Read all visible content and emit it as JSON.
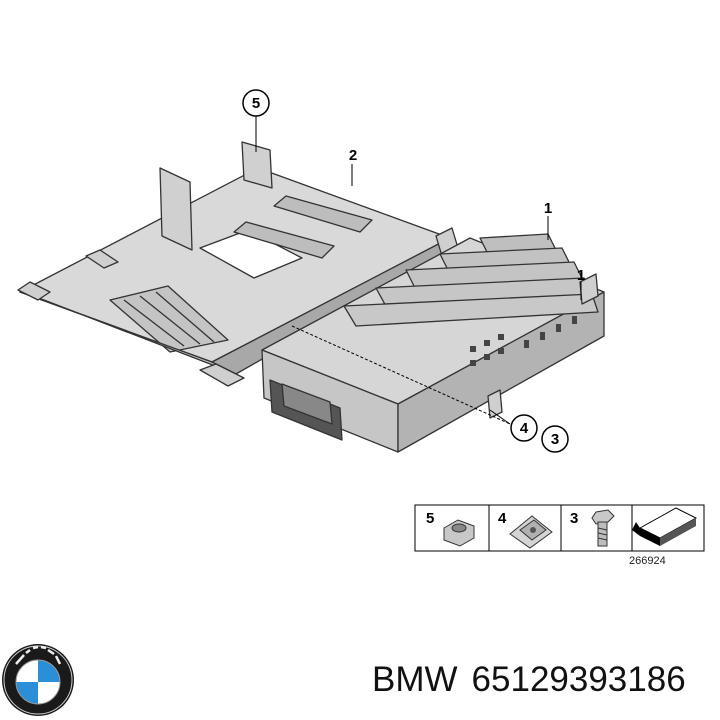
{
  "callouts": {
    "c1a": "1",
    "c1b": "1",
    "c2": "2",
    "c3": "3",
    "c4": "4",
    "c5": "5"
  },
  "legend": {
    "items": [
      {
        "number": "5",
        "part_icon": "nut-icon"
      },
      {
        "number": "4",
        "part_icon": "clip-nut-icon"
      },
      {
        "number": "3",
        "part_icon": "bolt-icon"
      }
    ],
    "arrow_icon": "arrow-icon",
    "diagram_id": "266924"
  },
  "footer": {
    "brand": "BMW",
    "part_number": "65129393186",
    "logo_icon": "bmw-logo-icon"
  },
  "colors": {
    "metal_light": "#e2e2e2",
    "metal_mid": "#c8c8c8",
    "metal_dark": "#9a9a9a",
    "outline": "#333333",
    "logo_blue": "#2a8fd6"
  }
}
